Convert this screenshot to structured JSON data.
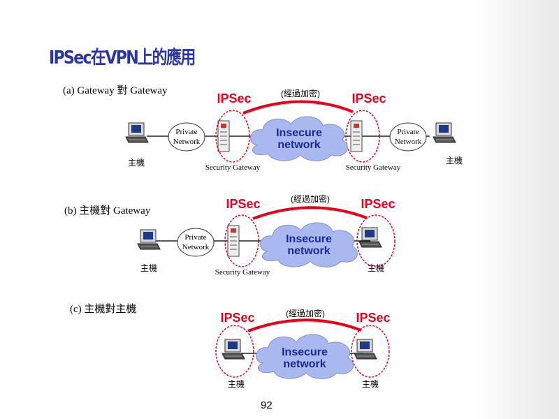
{
  "slide": {
    "title": "IPSec在VPN上的應用",
    "page_number": "92"
  },
  "scenarios": [
    {
      "label": "(a) Gateway 對 Gateway",
      "ipsec_left": "IPSec",
      "ipsec_right": "IPSec",
      "encrypted_label": "(經過加密)",
      "cloud_line1": "Insecure",
      "cloud_line2": "network",
      "private_network_left": [
        "Private",
        "Network"
      ],
      "private_network_right": [
        "Private",
        "Network"
      ],
      "host_left": "主機",
      "host_right": "主機",
      "gateway_left": "Security Gateway",
      "gateway_right": "Security Gateway"
    },
    {
      "label": "(b) 主機對 Gateway",
      "ipsec_left": "IPSec",
      "ipsec_right": "IPSec",
      "encrypted_label": "(經過加密)",
      "cloud_line1": "Insecure",
      "cloud_line2": "network",
      "private_network_left": [
        "Private",
        "Network"
      ],
      "host_left": "主機",
      "host_right": "主機",
      "gateway_left": "Security Gateway"
    },
    {
      "label": "(c) 主機對主機",
      "ipsec_left": "IPSec",
      "ipsec_right": "IPSec",
      "encrypted_label": "(經過加密)",
      "cloud_line1": "Insecure",
      "cloud_line2": "network",
      "host_left": "主機",
      "host_right": "主機"
    }
  ],
  "colors": {
    "title": "#2a35a0",
    "ipsec": "#e8001c",
    "tunnel": "#e8001c",
    "cloud_fill": "#a9b9f0",
    "cloud_text": "#1a2a8c",
    "ellipse_dash": "#e8001c"
  }
}
